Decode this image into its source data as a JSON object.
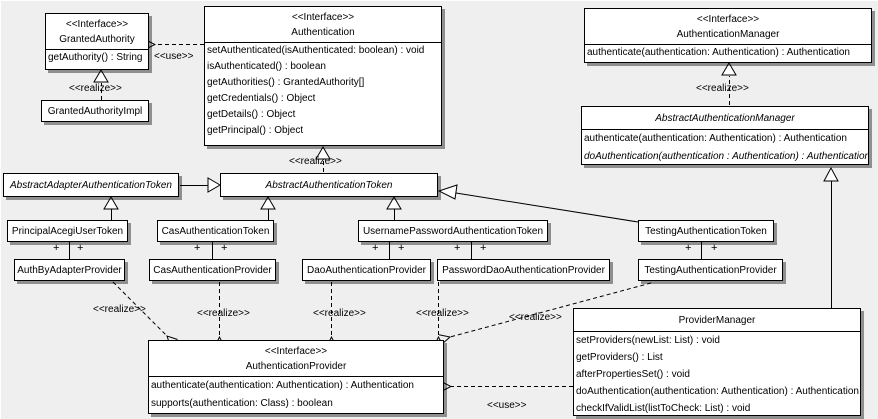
{
  "labels": {
    "use": "<<use>>",
    "realize": "<<realize>>",
    "plus": "+"
  },
  "classes": {
    "granted_authority": {
      "stereotype": "<<Interface>>",
      "name": "GrantedAuthority",
      "methods": [
        "getAuthority() : String"
      ]
    },
    "granted_authority_impl": {
      "name": "GrantedAuthorityImpl"
    },
    "authentication": {
      "stereotype": "<<Interface>>",
      "name": "Authentication",
      "methods": [
        "setAuthenticated(isAuthenticated: boolean) : void",
        "isAuthenticated() : boolean",
        "getAuthorities() : GrantedAuthority[]",
        "getCredentials() : Object",
        "getDetails() : Object",
        "getPrincipal() : Object"
      ]
    },
    "authentication_manager": {
      "stereotype": "<<Interface>>",
      "name": "AuthenticationManager",
      "methods": [
        "authenticate(authentication: Authentication) : Authentication"
      ]
    },
    "abstract_authentication_manager": {
      "name": "AbstractAuthenticationManager",
      "methods": [
        "authenticate(authentication: Authentication) : Authentication",
        "doAuthentication(authentication : Authentication) : Authentication"
      ]
    },
    "abstract_adapter_authentication_token": {
      "name": "AbstractAdapterAuthenticationToken"
    },
    "abstract_authentication_token": {
      "name": "AbstractAuthenticationToken"
    },
    "principal_acegi_user_token": {
      "name": "PrincipalAcegiUserToken"
    },
    "cas_authentication_token": {
      "name": "CasAuthenticationToken"
    },
    "username_password_authentication_token": {
      "name": "UsernamePasswordAuthenticationToken"
    },
    "testing_authentication_token": {
      "name": "TestingAuthenticationToken"
    },
    "auth_by_adapter_provider": {
      "name": "AuthByAdapterProvider"
    },
    "cas_authentication_provider": {
      "name": "CasAuthenticationProvider"
    },
    "dao_authentication_provider": {
      "name": "DaoAuthenticationProvider"
    },
    "password_dao_authentication_provider": {
      "name": "PasswordDaoAuthenticationProvider"
    },
    "testing_authentication_provider": {
      "name": "TestingAuthenticationProvider"
    },
    "provider_manager": {
      "name": "ProviderManager",
      "methods": [
        "setProviders(newList: List) : void",
        "getProviders() : List",
        "afterPropertiesSet() : void",
        "doAuthentication(authentication: Authentication) : Authentication",
        "checkIfValidList(listToCheck: List) : void"
      ]
    },
    "authentication_provider": {
      "stereotype": "<<Interface>>",
      "name": "AuthenticationProvider",
      "methods": [
        "authenticate(authentication: Authentication) : Authentication",
        "supports(authentication: Class) : boolean"
      ]
    }
  }
}
